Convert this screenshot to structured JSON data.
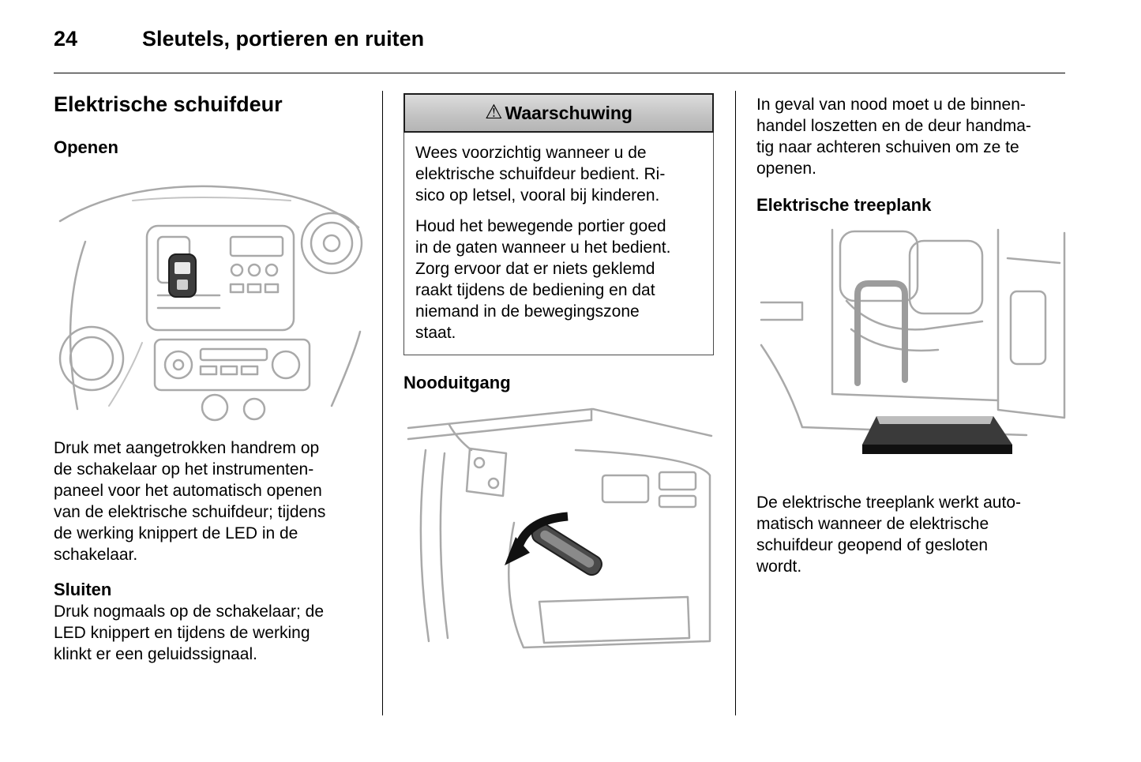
{
  "header": {
    "page_number": "24",
    "chapter": "Sleutels, portieren en ruiten"
  },
  "column1": {
    "heading": "Elektrische schuifdeur",
    "open_heading": "Openen",
    "open_paragraph": [
      "Druk met aangetrokken handrem op",
      "de schakelaar op het instrumenten-",
      "paneel voor het automatisch openen",
      "van de elektrische schuifdeur; tijdens",
      "de werking knippert de LED in de",
      "schakelaar."
    ],
    "close_heading": "Sluiten",
    "close_paragraph": [
      "Druk nogmaals op de schakelaar; de",
      "LED knippert en tijdens de werking",
      "klinkt er een geluidssignaal."
    ],
    "illustration_name": "dashboard-sliding-door-switch-illustration"
  },
  "column2": {
    "warning_box": {
      "icon": "⚠",
      "title": "Waarschuwing",
      "paragraph1": [
        "Wees voorzichtig wanneer u de",
        "elektrische schuifdeur bedient. Ri-",
        "sico op letsel, vooral bij kinderen."
      ],
      "paragraph2": [
        "Houd het bewegende portier goed",
        "in de gaten wanneer u het bedient.",
        "Zorg ervoor dat er niets geklemd",
        "raakt tijdens de bediening en dat",
        "niemand in de bewegingszone",
        "staat."
      ]
    },
    "emergency_heading": "Nooduitgang",
    "illustration_name": "emergency-exit-release-lever-illustration"
  },
  "column3": {
    "paragraph1": [
      "In geval van nood moet u de binnen-",
      "handel loszetten en de deur handma-",
      "tig naar achteren schuiven om ze te",
      "openen."
    ],
    "step_heading": "Elektrische treeplank",
    "paragraph2": [
      "De elektrische treeplank werkt auto-",
      "matisch wanneer de elektrische",
      "schuifdeur geopend of gesloten",
      "wordt."
    ],
    "illustration_name": "electric-running-board-illustration"
  },
  "colors": {
    "warning_header_fill": "#c6c6c6",
    "text": "#000000",
    "sketch_line": "#a9a9a9"
  }
}
